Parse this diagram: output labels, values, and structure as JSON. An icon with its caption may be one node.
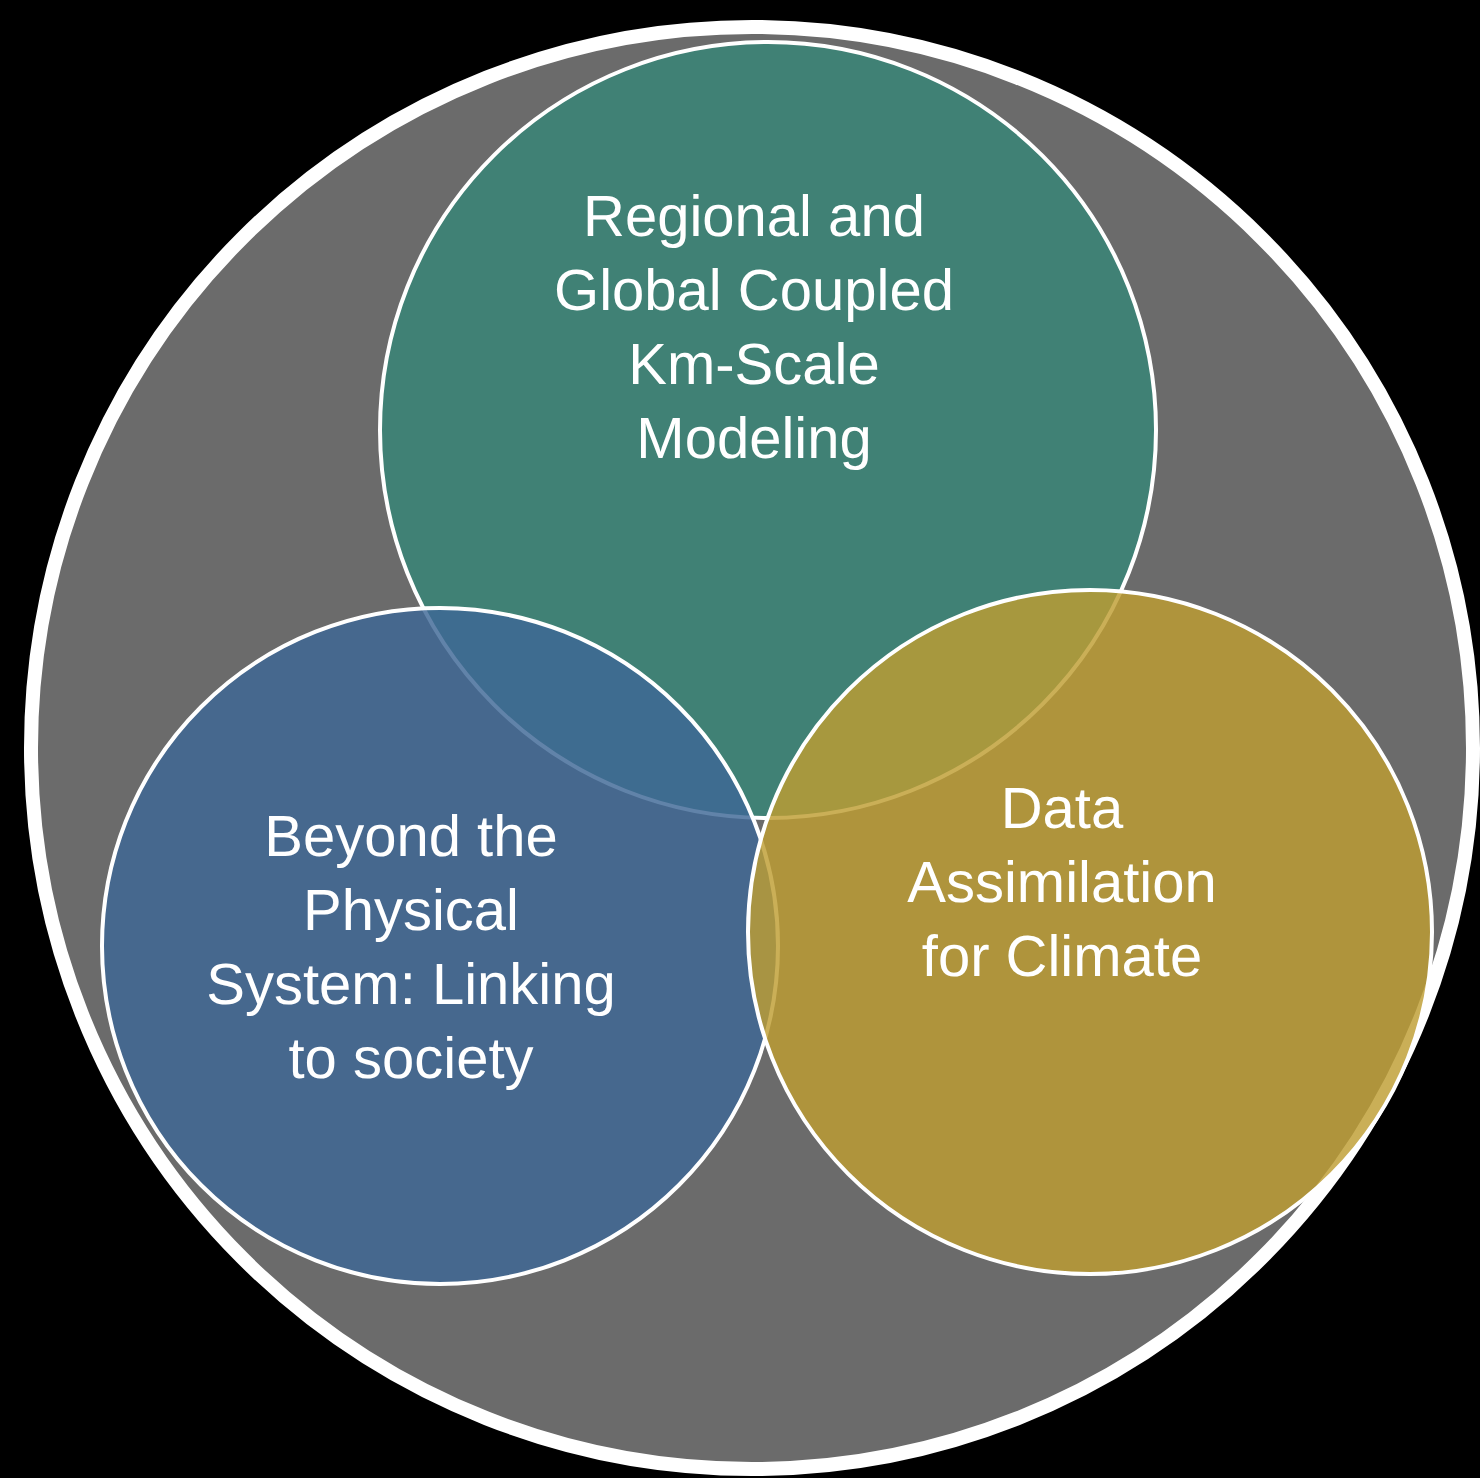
{
  "diagram": {
    "nodes": [
      {
        "text": [],
        "shape": "circle"
      },
      {
        "text": [
          "Regional and Global Coupled Km-Scale Modeling"
        ],
        "in": 0
      },
      {
        "text": [
          "Beyond the Physical System: Linking to society"
        ],
        "in": 0
      },
      {
        "text": [
          "Data Assimilation for Climate"
        ],
        "in": 0
      }
    ]
  }
}
